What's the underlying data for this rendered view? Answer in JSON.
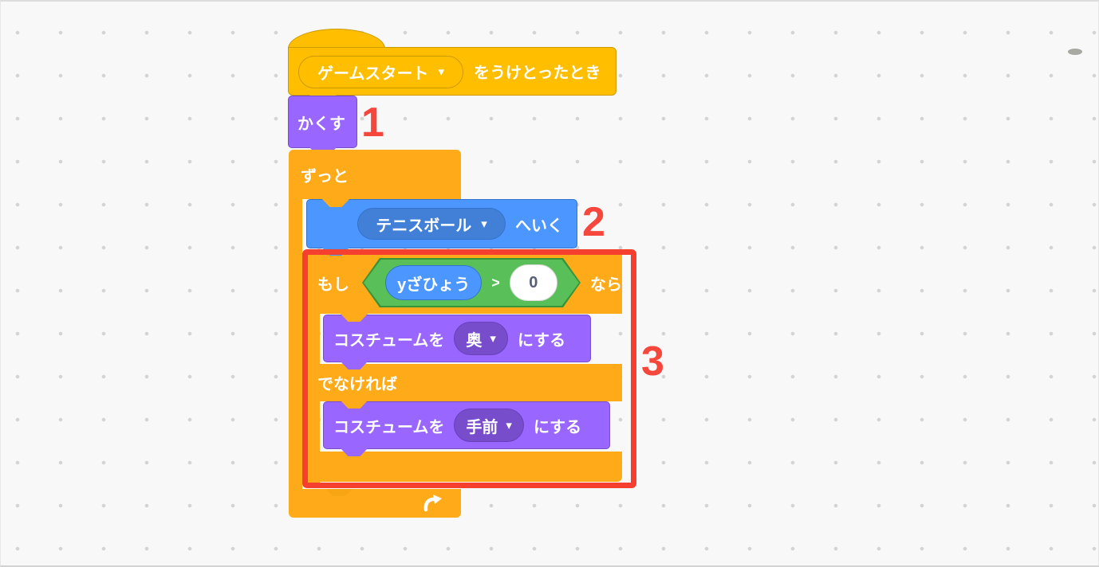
{
  "workspace": {
    "background": "#f8f8f8",
    "dot_color": "#d4d4d4"
  },
  "icons": {
    "dropdown_arrow": "▾"
  },
  "colors": {
    "events": "#FFBF00",
    "events_border": "#CC9900",
    "control": "#FFAB19",
    "looks": "#9966FF",
    "looks_field": "#774DCB",
    "motion": "#4C97FF",
    "motion_field": "#4280D7",
    "operators": "#59C059",
    "annotation_red": "#F5402F"
  },
  "script": {
    "receive_hat": {
      "message_dropdown": "ゲームスタート",
      "label": "をうけとったとき"
    },
    "hide_block": {
      "label": "かくす"
    },
    "forever_block": {
      "label": "ずっと"
    },
    "goto_block": {
      "target_dropdown": "テニスボール",
      "label": "へいく"
    },
    "if_else_block": {
      "label_if": "もし",
      "label_then": "なら",
      "label_else": "でなければ"
    },
    "condition": {
      "reporter": "yざひょう",
      "operator": ">",
      "value": "0"
    },
    "costume_block_1": {
      "label_pre": "コスチュームを",
      "costume_dropdown": "奥",
      "label_post": "にする"
    },
    "costume_block_2": {
      "label_pre": "コスチュームを",
      "costume_dropdown": "手前",
      "label_post": "にする"
    }
  },
  "annotations": {
    "step1": "1",
    "step2": "2",
    "step3": "3"
  }
}
